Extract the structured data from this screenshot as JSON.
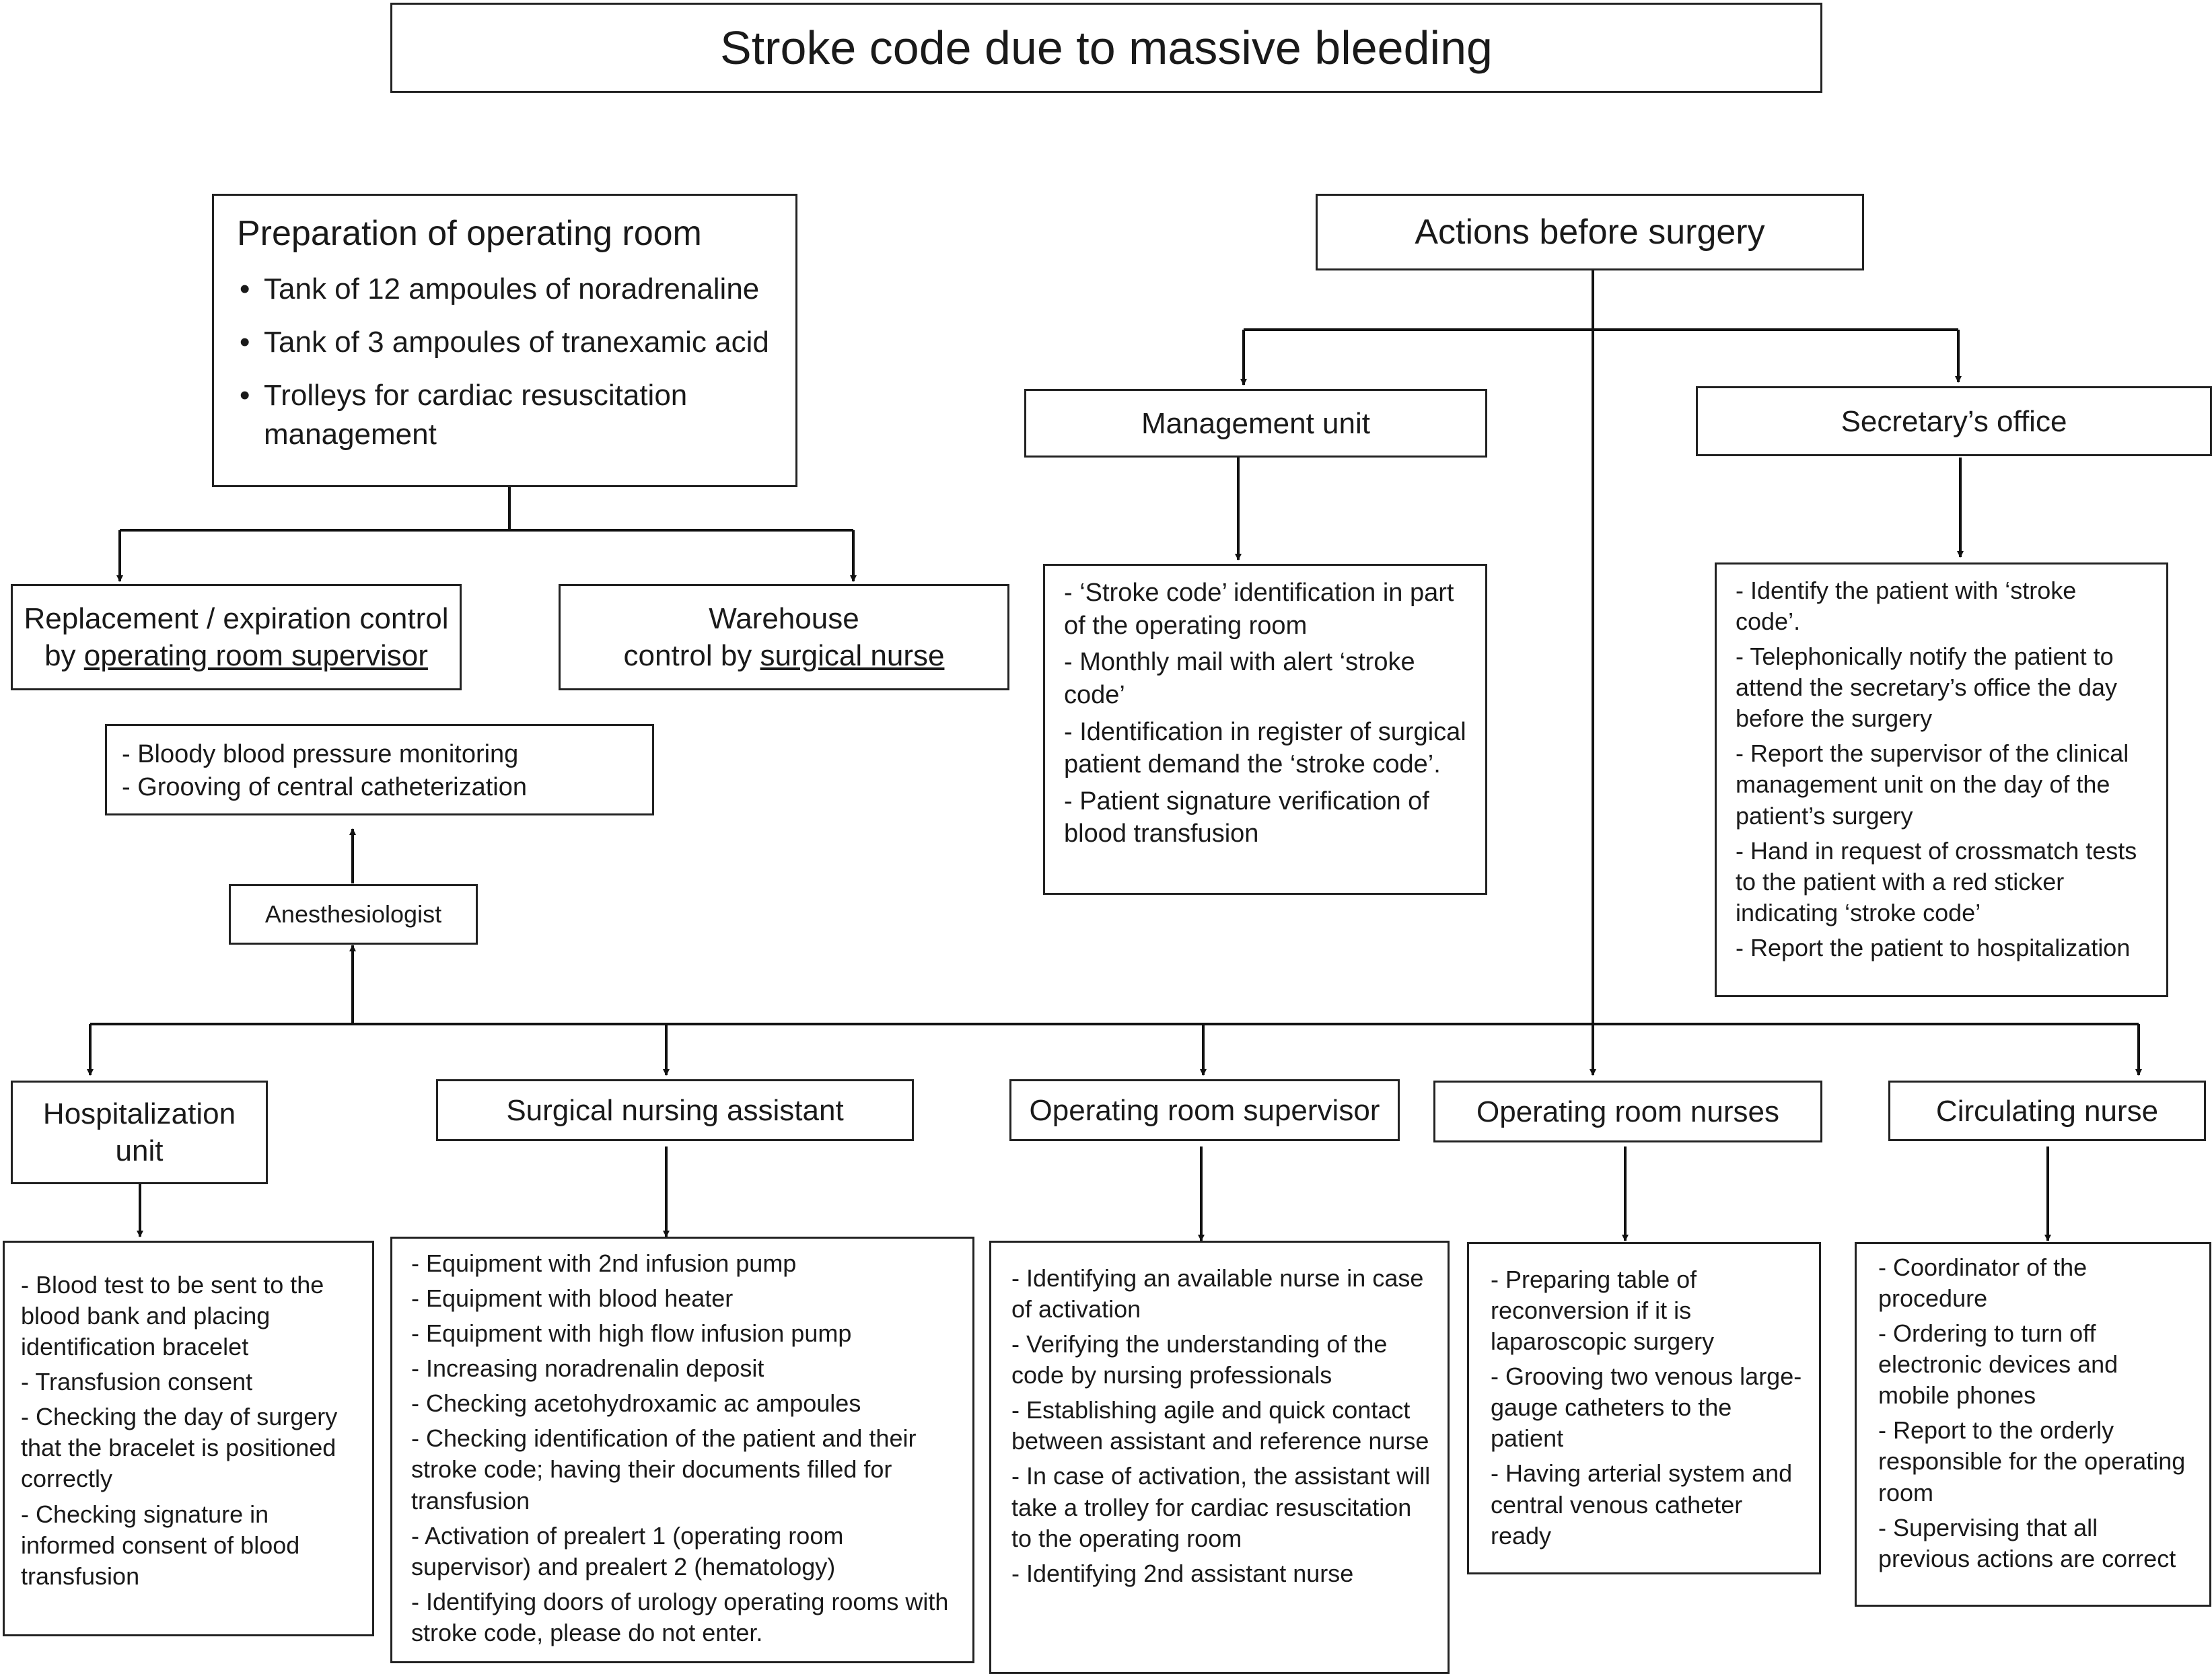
{
  "title": "Stroke code due to massive bleeding",
  "preparation": {
    "heading": "Preparation of operating room",
    "items": [
      "Tank of 12 ampoules of noradrenaline",
      "Tank of 3 ampoules of tranexamic acid",
      "Trolleys for cardiac resuscitation management"
    ]
  },
  "replacement": {
    "line1": "Replacement / expiration control",
    "prefix": "by ",
    "role": "operating room supervisor"
  },
  "warehouse": {
    "line1": "Warehouse",
    "prefix": "control by ",
    "role": "surgical nurse"
  },
  "anesthesia_tasks": [
    "- Bloody blood pressure monitoring",
    "- Grooving of central catheterization"
  ],
  "anesthesiologist": "Anesthesiologist",
  "actions_before": "Actions before surgery",
  "management_unit": {
    "label": "Management unit",
    "items": [
      "- ‘Stroke code’ identification in part of the operating room",
      "- Monthly mail with alert ‘stroke code’",
      "- Identification in register of surgical patient demand the ‘stroke code’.",
      "- Patient signature verification of blood transfusion"
    ]
  },
  "secretary": {
    "label": "Secretary’s office",
    "items": [
      "- Identify the patient with ‘stroke code’.",
      "- Telephonically notify the patient to attend the secretary’s office the day before the surgery",
      "- Report the supervisor of the clinical management unit on the day of the patient’s surgery",
      "- Hand in request of crossmatch tests to the patient with a red sticker indicating ‘stroke code’",
      "- Report the patient to hospitalization"
    ]
  },
  "hospitalization": {
    "label": "Hospitalization unit",
    "items": [
      "- Blood test to be sent to the blood bank and placing identification bracelet",
      "- Transfusion consent",
      "- Checking the day of surgery that the bracelet is positioned correctly",
      "- Checking signature in informed consent of blood transfusion"
    ]
  },
  "surgical_assistant": {
    "label": "Surgical nursing assistant",
    "items": [
      "- Equipment with 2nd infusion pump",
      "- Equipment with blood heater",
      "- Equipment with high flow infusion pump",
      "- Increasing noradrenalin deposit",
      "- Checking acetohydroxamic ac ampoules",
      "- Checking identification of the patient and their stroke code; having their documents filled for transfusion",
      "- Activation of prealert 1 (operating room supervisor) and prealert 2 (hematology)",
      "- Identifying doors of urology operating rooms with stroke code, please do not enter."
    ]
  },
  "or_supervisor": {
    "label": "Operating room supervisor",
    "items": [
      "- Identifying an available nurse in case of activation",
      "- Verifying the understanding of the code by nursing professionals",
      "- Establishing agile and quick contact between assistant and reference nurse",
      "- In case of activation, the assistant will take a trolley for cardiac resuscitation to the operating room",
      "- Identifying 2nd assistant nurse"
    ]
  },
  "or_nurses": {
    "label": "Operating room nurses",
    "items": [
      "- Preparing table of reconversion if it is laparoscopic surgery",
      "- Grooving two venous large-gauge catheters to the patient",
      "- Having arterial system and central venous catheter ready"
    ]
  },
  "circulating": {
    "label": "Circulating nurse",
    "items": [
      "- Coordinator of the procedure",
      "- Ordering to turn off electronic devices and mobile phones",
      "- Report to the orderly responsible for the operating room",
      "- Supervising that all previous actions are correct"
    ]
  }
}
